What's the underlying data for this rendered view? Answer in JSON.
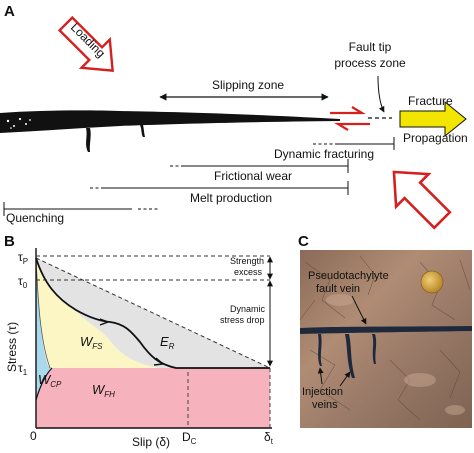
{
  "panel_a": {
    "letter": "A",
    "loading": "Loading",
    "slipping_zone": "Slipping zone",
    "fault_tip_line1": "Fault tip",
    "fault_tip_line2": "process zone",
    "fracture": "Fracture",
    "propagation": "Propagation",
    "dynamic_fracturing": "Dynamic fracturing",
    "frictional_wear": "Frictional wear",
    "melt_production": "Melt production",
    "quenching": "Quenching",
    "colors": {
      "fault": "#111111",
      "red_arrow": "#d62020",
      "yellow_arrow": "#f2e600"
    }
  },
  "panel_b": {
    "letter": "B",
    "ylabel": "Stress (τ)",
    "xlabel": "Slip (δ)",
    "tau_p": "τ",
    "tau_p_sub": "P",
    "tau_0": "τ",
    "tau_0_sub": "0",
    "tau_1": "τ",
    "tau_1_sub": "1",
    "x_origin": "0",
    "y_origin": "0",
    "dc": "D",
    "dc_sub": "C",
    "delta_t": "δ",
    "delta_t_sub": "t",
    "strength_excess_1": "Strength",
    "strength_excess_2": "excess",
    "dynamic_stress_drop_1": "Dynamic",
    "dynamic_stress_drop_2": "stress drop",
    "w_fs": "W",
    "w_fs_sub": "FS",
    "e_r": "E",
    "e_r_sub": "R",
    "w_cp": "W",
    "w_cp_sub": "CP",
    "w_fh": "W",
    "w_fh_sub": "FH",
    "colors": {
      "w_fs": "#fbf6c4",
      "e_r": "#e3e3e3",
      "w_cp": "#a9d8ef",
      "w_fh": "#f6b3bd"
    }
  },
  "panel_c": {
    "letter": "C",
    "vein_line1": "Pseudotachylyte",
    "vein_line2": "fault vein",
    "injection_line1": "Injection",
    "injection_line2": "veins"
  }
}
